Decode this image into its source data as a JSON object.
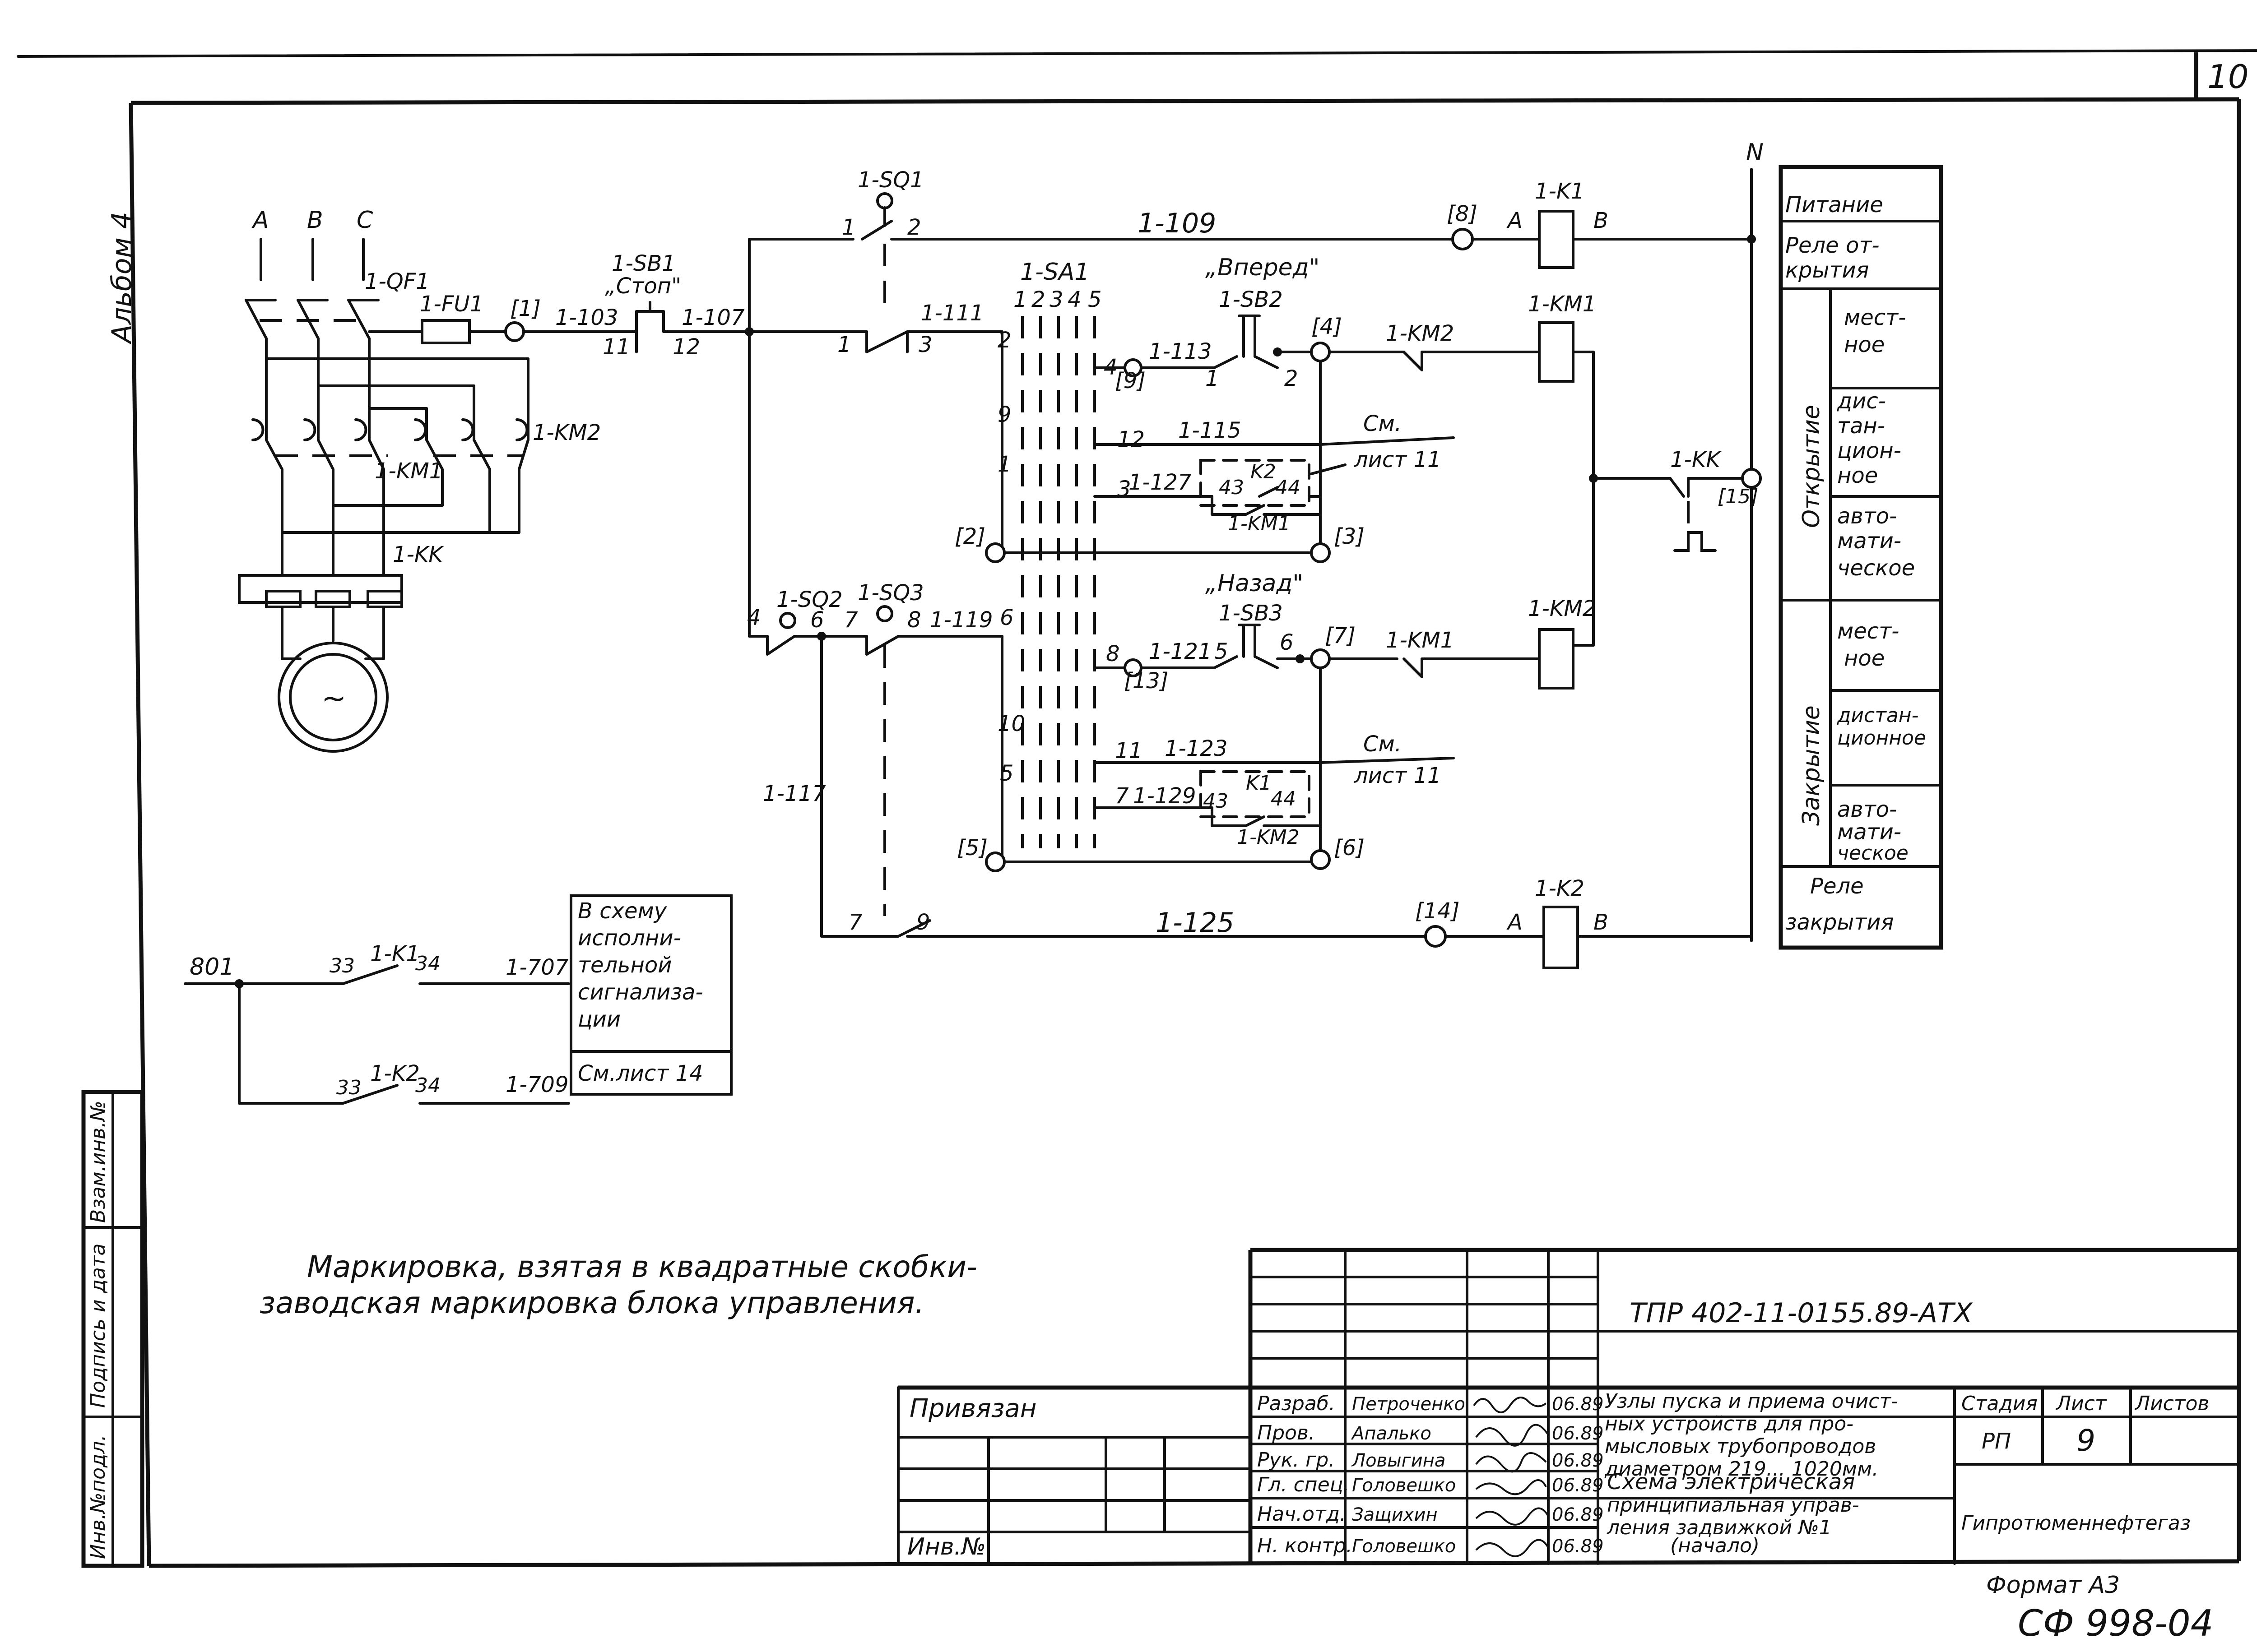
{
  "sheet": {
    "page_number": "10",
    "album_label": "Альбом 4",
    "format": "Формат А3",
    "bottom_code": "СФ 998-04",
    "note_line1": "Маркировка, взятая в квадратные скобки-",
    "note_line2": "заводская маркировка блока управления."
  },
  "side_stamp": {
    "inv_sub": "Инв.№подл.",
    "sign_date": "Подпись и дата",
    "vzam": "Взам.инв.№"
  },
  "phases": [
    "A",
    "B",
    "C",
    "N"
  ],
  "devices": {
    "qf1": "1-QF1",
    "fu1": "1-FU1",
    "sb1": "1-SB1",
    "sb1_note": "„Стоп\"",
    "sq1": "1-SQ1",
    "sq2": "1-SQ2",
    "sq3": "1-SQ3",
    "sa1": "1-SA1",
    "sb2": "1-SB2",
    "sb3": "1-SB3",
    "km1": "1-KM1",
    "km2": "1-KM2",
    "kk": "1-KK",
    "k1": "1-K1",
    "k2": "1-K2",
    "k2_contact": "K2",
    "k1_contact": "K1",
    "vpered": "„Вперед\"",
    "nazad": "„Назад\""
  },
  "wires": {
    "w103": "1-103",
    "w107": "1-107",
    "w109": "1-109",
    "w111": "1-111",
    "w113": "1-113",
    "w115": "1-115",
    "w117": "1-117",
    "w119": "1-119",
    "w121": "1-121",
    "w123": "1-123",
    "w125": "1-125",
    "w127": "1-127",
    "w129": "1-129",
    "w707": "1-707",
    "w709": "1-709",
    "w801": "801"
  },
  "terminals": {
    "t1": "[1]",
    "t2": "[2]",
    "t3": "[3]",
    "t4": "[4]",
    "t5": "[5]",
    "t6": "[6]",
    "t7": "[7]",
    "t8": "[8]",
    "t9": "[9]",
    "t13": "[13]",
    "t14": "[14]",
    "t15": "[15]"
  },
  "pins": {
    "p1": "1",
    "p2": "2",
    "p3": "3",
    "p4": "4",
    "p5": "5",
    "p6": "6",
    "p7": "7",
    "p8": "8",
    "p9": "9",
    "p10": "10",
    "p11": "11",
    "p12": "12",
    "p33": "33",
    "p34": "34",
    "p43": "43",
    "p44": "44",
    "coil_a": "A",
    "coil_b": "B"
  },
  "see_sheet": {
    "line1": "См.",
    "line2": "лист 11"
  },
  "sa_columns": [
    "1",
    "2",
    "3",
    "4",
    "5"
  ],
  "signal_box": {
    "lines": [
      "В схему",
      "исполни-",
      "тельной",
      "сигнализа-",
      "ции"
    ],
    "ref": "См.лист 14"
  },
  "legend": {
    "pitanie": "Питание",
    "rele_otkr": [
      "Реле от-",
      "крытия"
    ],
    "otkrytie": "Открытие",
    "zakrytie": "Закрытие",
    "mestnoe": [
      "мест-",
      "ное"
    ],
    "distantsionnoe_open": [
      "дис-",
      "тан-",
      "цион-",
      "ное"
    ],
    "avtomaticheskoe": [
      "авто-",
      "мати-",
      "ческое"
    ],
    "distantsionnoe_close": [
      "дистан-",
      "ционное"
    ],
    "rele_zakr": [
      "Реле",
      "закрытия"
    ]
  },
  "title_block": {
    "doc_code": "ТПР 402-11-0155.89-АТХ",
    "privyazan": "Привязан",
    "inv_no": "Инв.№",
    "roles": [
      {
        "role": "Разраб.",
        "name": "Петроченко",
        "date": "06.89"
      },
      {
        "role": "Пров.",
        "name": "Апалько",
        "date": "06.89"
      },
      {
        "role": "Рук. гр.",
        "name": "Ловыгина",
        "date": "06.89"
      },
      {
        "role": "Гл. спец.",
        "name": "Головешко",
        "date": "06.89"
      },
      {
        "role": "Нач.отд.",
        "name": "Защихин",
        "date": "06.89"
      },
      {
        "role": "Н. контр.",
        "name": "Головешко",
        "date": "06.89"
      }
    ],
    "object_title": [
      "Узлы пуска и приема очист-",
      "ных устройств для про-",
      "мысловых трубопроводов",
      "диаметром 219... 1020мм."
    ],
    "drawing_title": [
      "Схема электрическая",
      "принципиальная управ-",
      "ления задвижкой №1",
      "(начало)"
    ],
    "stage_label": "Стадия",
    "sheet_label": "Лист",
    "sheets_label": "Листов",
    "stage": "РП",
    "sheet": "9",
    "organization": "Гипротюменнефтегаз"
  }
}
